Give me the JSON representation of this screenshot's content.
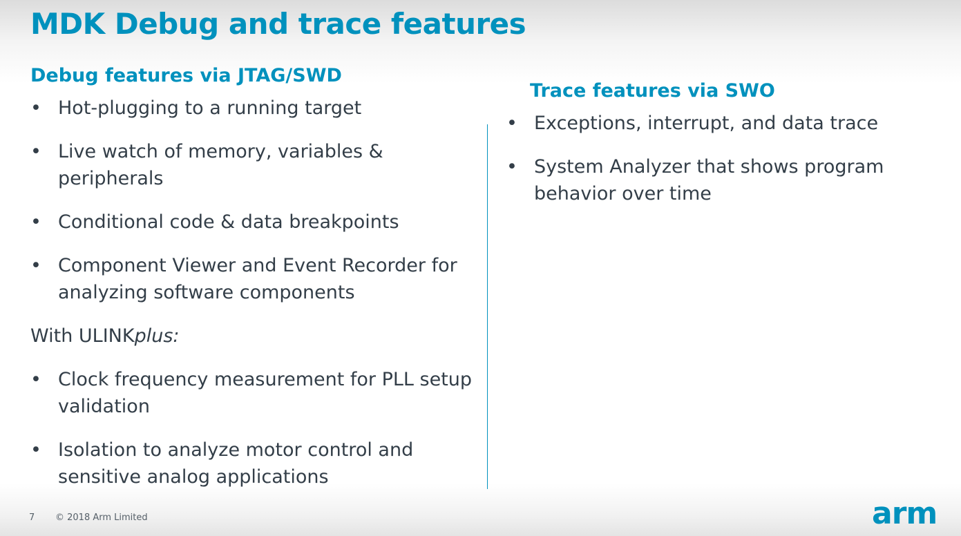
{
  "slide": {
    "title": "MDK Debug and trace features"
  },
  "left": {
    "heading": "Debug features via JTAG/SWD",
    "bullets": [
      "Hot-plugging to a running target",
      "Live watch of memory, variables & peripherals",
      "Conditional code & data breakpoints",
      "Component Viewer and Event Recorder for analyzing software components"
    ],
    "ulink_prefix": "With ULINK",
    "ulink_italic": "plus:",
    "ulink_bullets": [
      "Clock frequency measurement for PLL setup validation",
      "Isolation to analyze motor control and sensitive analog applications"
    ]
  },
  "right": {
    "heading": "Trace features via SWO",
    "bullets": [
      "Exceptions, interrupt, and data trace",
      "System Analyzer that shows program behavior over time"
    ]
  },
  "footer": {
    "page_number": "7",
    "copyright": "© 2018 Arm Limited"
  },
  "logo": {
    "text": "arm"
  },
  "colors": {
    "accent": "#0091bd",
    "body_text": "#333e48"
  }
}
